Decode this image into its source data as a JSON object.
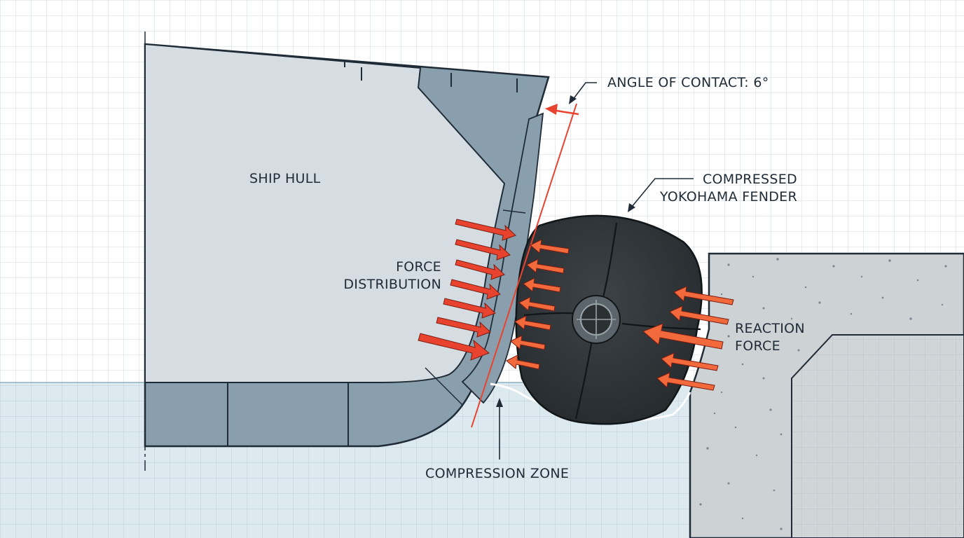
{
  "labels": {
    "angle_of_contact": "ANGLE OF CONTACT: 6°",
    "ship_hull": "SHIP HULL",
    "fender_line1": "COMPRESSED",
    "fender_line2": "YOKOHAMA FENDER",
    "force_line1": "FORCE",
    "force_line2": "DISTRIBUTION",
    "reaction_line1": "REACTION",
    "reaction_line2": "FORCE",
    "compression_zone": "COMPRESSION ZONE"
  },
  "colors": {
    "grid": "#cfd9e2",
    "water": "#dce9ef",
    "hull_fill": "#d5dde3",
    "hull_structure": "#8a9fae",
    "outline": "#1f2b36",
    "fender": "#2b3033",
    "arrow_red": "#e8432e",
    "arrow_orange": "#f26a3c",
    "quay": "#cdd2d5"
  },
  "contact_angle_deg": 6
}
